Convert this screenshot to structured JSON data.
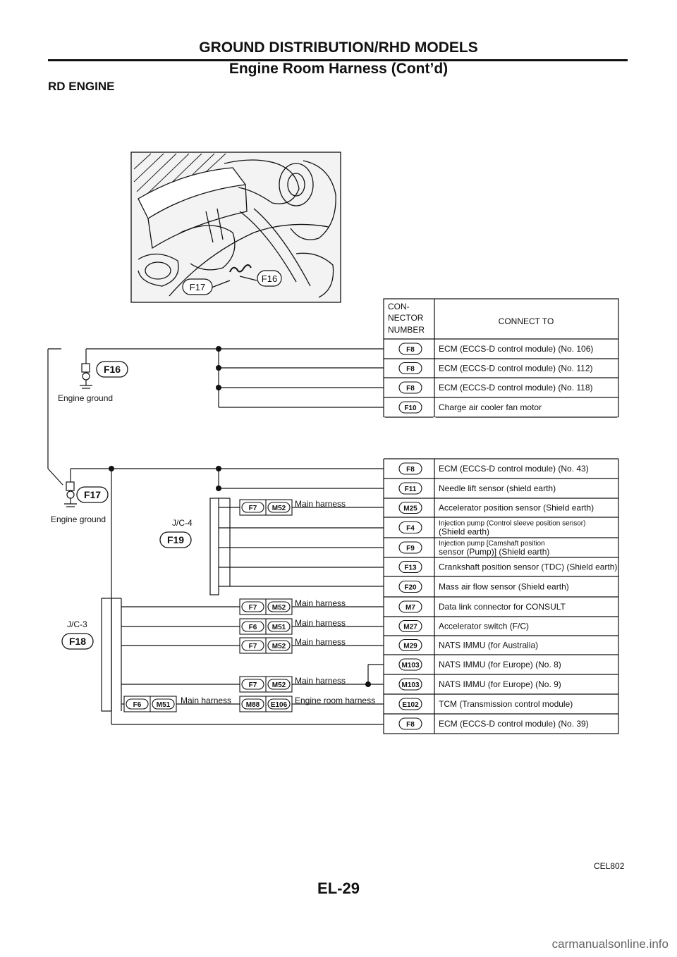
{
  "header": {
    "title": "GROUND DISTRIBUTION/RHD MODELS",
    "subtitle": "Engine Room Harness (Cont’d)"
  },
  "section_title": "RD ENGINE",
  "photo": {
    "callout_left": "F17",
    "callout_right": "F16"
  },
  "table": {
    "header_connector": [
      "CON-",
      "NECTOR",
      "NUMBER"
    ],
    "header_connect": "CONNECT TO",
    "rows": [
      {
        "conn": "F8",
        "text": [
          "ECM (ECCS-D control module) (No. 106)"
        ]
      },
      {
        "conn": "F8",
        "text": [
          "ECM (ECCS-D control module) (No. 112)"
        ]
      },
      {
        "conn": "F8",
        "text": [
          "ECM (ECCS-D control module) (No. 118)"
        ]
      },
      {
        "conn": "F10",
        "text": [
          "Charge air cooler fan motor"
        ]
      },
      {
        "conn": "F8",
        "text": [
          "ECM (ECCS-D control module) (No. 43)"
        ]
      },
      {
        "conn": "F11",
        "text": [
          "Needle lift sensor (shield earth)"
        ]
      },
      {
        "conn": "M25",
        "text": [
          "Accelerator position sensor (Shield earth)"
        ]
      },
      {
        "conn": "F4",
        "text": [
          "Injection pump (Control sleeve position sensor)",
          "(Shield earth)"
        ]
      },
      {
        "conn": "F9",
        "text": [
          "Injection pump [Camshaft position",
          "sensor (Pump)] (Shield earth)"
        ]
      },
      {
        "conn": "F13",
        "text": [
          "Crankshaft position sensor (TDC) (Shield earth)"
        ]
      },
      {
        "conn": "F20",
        "text": [
          "Mass air flow sensor (Shield earth)"
        ]
      },
      {
        "conn": "M7",
        "text": [
          "Data link connector for CONSULT"
        ]
      },
      {
        "conn": "M27",
        "text": [
          "Accelerator switch (F/C)"
        ]
      },
      {
        "conn": "M29",
        "text": [
          "NATS IMMU (for Australia)"
        ]
      },
      {
        "conn": "M103",
        "text": [
          "NATS IMMU (for Europe) (No. 8)"
        ]
      },
      {
        "conn": "M103",
        "text": [
          "NATS IMMU (for Europe) (No. 9)"
        ]
      },
      {
        "conn": "E102",
        "text": [
          "TCM (Transmission control module)"
        ]
      },
      {
        "conn": "F8",
        "text": [
          "ECM (ECCS-D control module) (No. 39)"
        ]
      }
    ]
  },
  "grounds": [
    {
      "id": "F16",
      "label": "Engine ground"
    },
    {
      "id": "F17",
      "label": "Engine ground"
    }
  ],
  "junctions": [
    {
      "id": "F19",
      "label": "J/C-4"
    },
    {
      "id": "F18",
      "label": "J/C-3"
    }
  ],
  "inline_connectors": [
    {
      "pair": [
        "F7",
        "M52"
      ],
      "label": "Main harness"
    },
    {
      "pair": [
        "F7",
        "M52"
      ],
      "label": "Main harness"
    },
    {
      "pair": [
        "F6",
        "M51"
      ],
      "label": "Main harness"
    },
    {
      "pair": [
        "F7",
        "M52"
      ],
      "label": "Main harness"
    },
    {
      "pair": [
        "F7",
        "M52"
      ],
      "label": "Main harness"
    },
    {
      "pair": [
        "F6",
        "M51"
      ],
      "label": "Main harness"
    },
    {
      "pair": [
        "M88",
        "E106"
      ],
      "label": "Engine room harness"
    }
  ],
  "figure_ref": "CEL802",
  "page_number": "EL-29",
  "watermark": "carmanualsonline.info"
}
